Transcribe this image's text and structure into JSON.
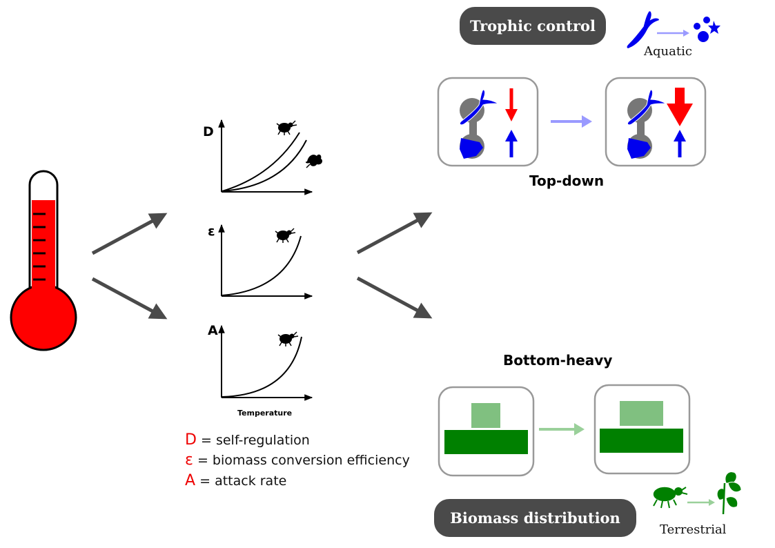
{
  "labels": {
    "trophic_control": "Trophic control",
    "aquatic": "Aquatic",
    "top_down": "Top-down",
    "bottom_heavy": "Bottom-heavy",
    "biomass_distribution": "Biomass distribution",
    "terrestrial": "Terrestrial",
    "temperature": "Temperature"
  },
  "axis_symbols": {
    "d": "D",
    "epsilon": "ε",
    "a": "A"
  },
  "legend": [
    {
      "symbol": "D",
      "text": "= self-regulation"
    },
    {
      "symbol": "ε",
      "text": "=  biomass conversion efficiency"
    },
    {
      "symbol": "A",
      "text": "= attack rate"
    }
  ],
  "colors": {
    "thermometer_red": "#ff0000",
    "arrow_gray": "#4a4a4a",
    "aquatic_blue": "#0000ee",
    "light_blue_arrow": "#9a9aff",
    "down_red": "#ff0000",
    "terrestrial_green": "#008000",
    "light_green": "#80c080",
    "pill_bg": "#4a4a4a"
  }
}
